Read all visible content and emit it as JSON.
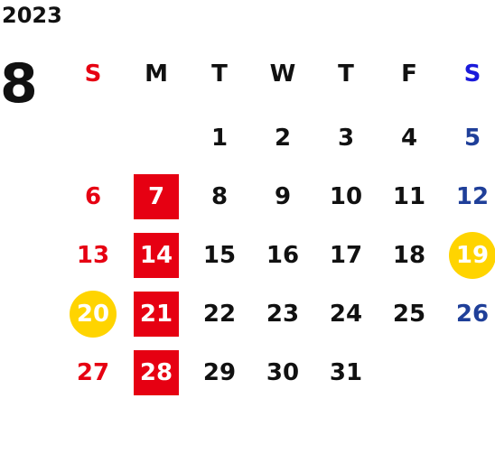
{
  "calendar": {
    "year": "2023",
    "month": "8",
    "weekdays": [
      "S",
      "M",
      "T",
      "W",
      "T",
      "F",
      "S"
    ],
    "weeks": [
      [
        "",
        "",
        "1",
        "2",
        "3",
        "4",
        "5"
      ],
      [
        "6",
        "7",
        "8",
        "9",
        "10",
        "11",
        "12"
      ],
      [
        "13",
        "14",
        "15",
        "16",
        "17",
        "18",
        "19"
      ],
      [
        "20",
        "21",
        "22",
        "23",
        "24",
        "25",
        "26"
      ],
      [
        "27",
        "28",
        "29",
        "30",
        "31",
        "",
        ""
      ]
    ]
  },
  "colors": {
    "sunday": "#e60012",
    "saturday_header": "#1a1adb",
    "saturday": "#1f3f99",
    "highlight_box": "#e60012",
    "highlight_circle": "#ffd400"
  }
}
